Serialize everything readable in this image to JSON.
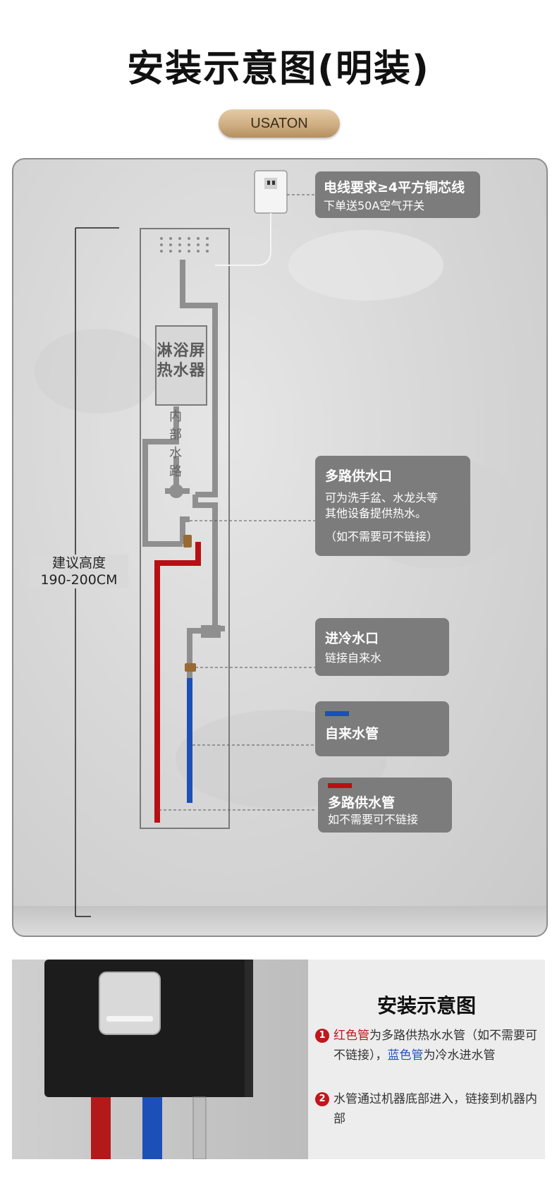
{
  "title": "安装示意图(明装)",
  "brand": "USATON",
  "diagram": {
    "heater_label_line1": "淋浴屏",
    "heater_label_line2": "热水器",
    "inner_waterway": [
      "内",
      "部",
      "水",
      "路"
    ],
    "height_label_line1": "建议高度",
    "height_label_line2": "190-200CM",
    "callouts": {
      "power": {
        "title": "电线要求≥4平方铜芯线",
        "sub": "下单送50A空气开关"
      },
      "multi_outlet": {
        "title": "多路供水口",
        "sub1": "可为洗手盆、水龙头等",
        "sub2": "其他设备提供热水。",
        "note": "（如不需要可不链接）"
      },
      "cold_inlet": {
        "title": "进冷水口",
        "sub": "链接自来水"
      },
      "tap_pipe": {
        "title": "自来水管",
        "swatch_color": "#1d4fb8"
      },
      "multi_pipe": {
        "title": "多路供水管",
        "sub": "如不需要可不链接",
        "swatch_color": "#b80f14"
      }
    },
    "colors": {
      "hot_pipe": "#b80f14",
      "cold_pipe": "#1d4fb8",
      "gray_pipe": "#8f8f8f",
      "callout_bg": "#7c7c7c"
    }
  },
  "bottom": {
    "title": "安装示意图",
    "note1": {
      "num": "1",
      "red_text": "红色管",
      "mid_text": "为多路供热水水管（如不需要可不链接），",
      "blue_text": "蓝色管",
      "end_text": "为冷水进水管"
    },
    "note2": {
      "num": "2",
      "text": "水管通过机器底部进入，链接到机器内部"
    }
  }
}
